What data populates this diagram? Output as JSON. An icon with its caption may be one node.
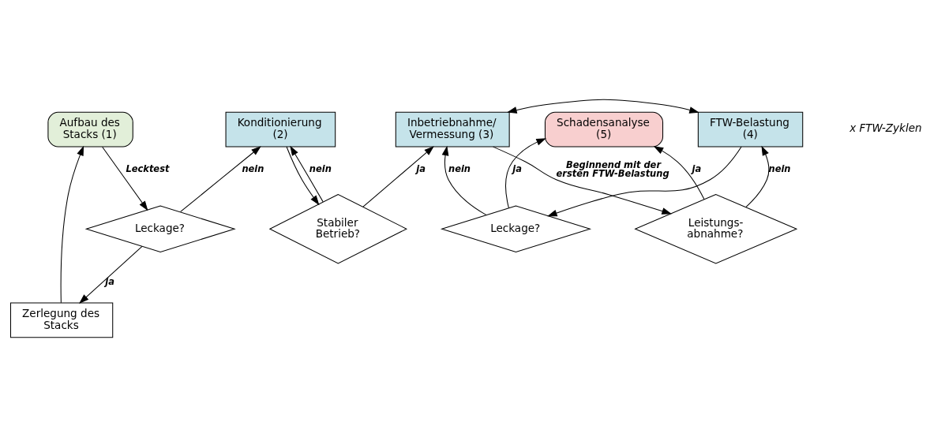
{
  "diagram": {
    "nodes": [
      {
        "text": [
          "Aufbau des Stacks (1)"
        ]
      },
      {
        "text": [
          "Konditionierung (2)"
        ]
      },
      {
        "text": [
          "Stabiler Betrieb?"
        ]
      },
      {
        "text": [
          "Inbetriebnahme/ Vermessung (3)"
        ]
      },
      {
        "text": [
          "FTW-Belastung (4)"
        ]
      },
      {
        "text": [
          "Leckage?"
        ]
      },
      {
        "text": [
          "Schadensanalyse (5)"
        ]
      },
      {
        "text": [
          "Leckage?"
        ]
      },
      {
        "text": [
          "Zerlegung des Stacks"
        ]
      },
      {
        "text": [
          "Leistungs- abnahme?"
        ]
      }
    ],
    "edges": [
      {
        "from": 0,
        "to": 7,
        "arrow": "to",
        "label": "Lecktest"
      },
      {
        "from": 7,
        "to": 1,
        "arrow": "to",
        "label": "nein"
      },
      {
        "from": 7,
        "to": 8,
        "arrow": "to",
        "label": "ja"
      },
      {
        "from": 8,
        "to": 0,
        "arrow": "to"
      },
      {
        "from": 1,
        "to": 2,
        "arrow": "to"
      },
      {
        "from": 2,
        "to": 1,
        "arrow": "to",
        "label": "nein"
      },
      {
        "from": 2,
        "to": 3,
        "arrow": "to",
        "label": "ja"
      },
      {
        "from": 3,
        "to": 4,
        "arrow": "both"
      },
      {
        "from": 4,
        "to": 5,
        "arrow": "to"
      },
      {
        "from": 5,
        "to": 3,
        "arrow": "to",
        "label": "nein"
      },
      {
        "from": 5,
        "to": 6,
        "arrow": "to",
        "label": "ja"
      },
      {
        "from": 3,
        "to": 9,
        "arrow": "to",
        "label": "Beginnend mit der ersten FTW-Belastung"
      },
      {
        "from": 9,
        "to": 6,
        "arrow": "to",
        "label": "ja"
      },
      {
        "from": 9,
        "to": 4,
        "arrow": "to",
        "label": "nein"
      }
    ],
    "labels": [
      "x FTW-Zyklen"
    ]
  }
}
